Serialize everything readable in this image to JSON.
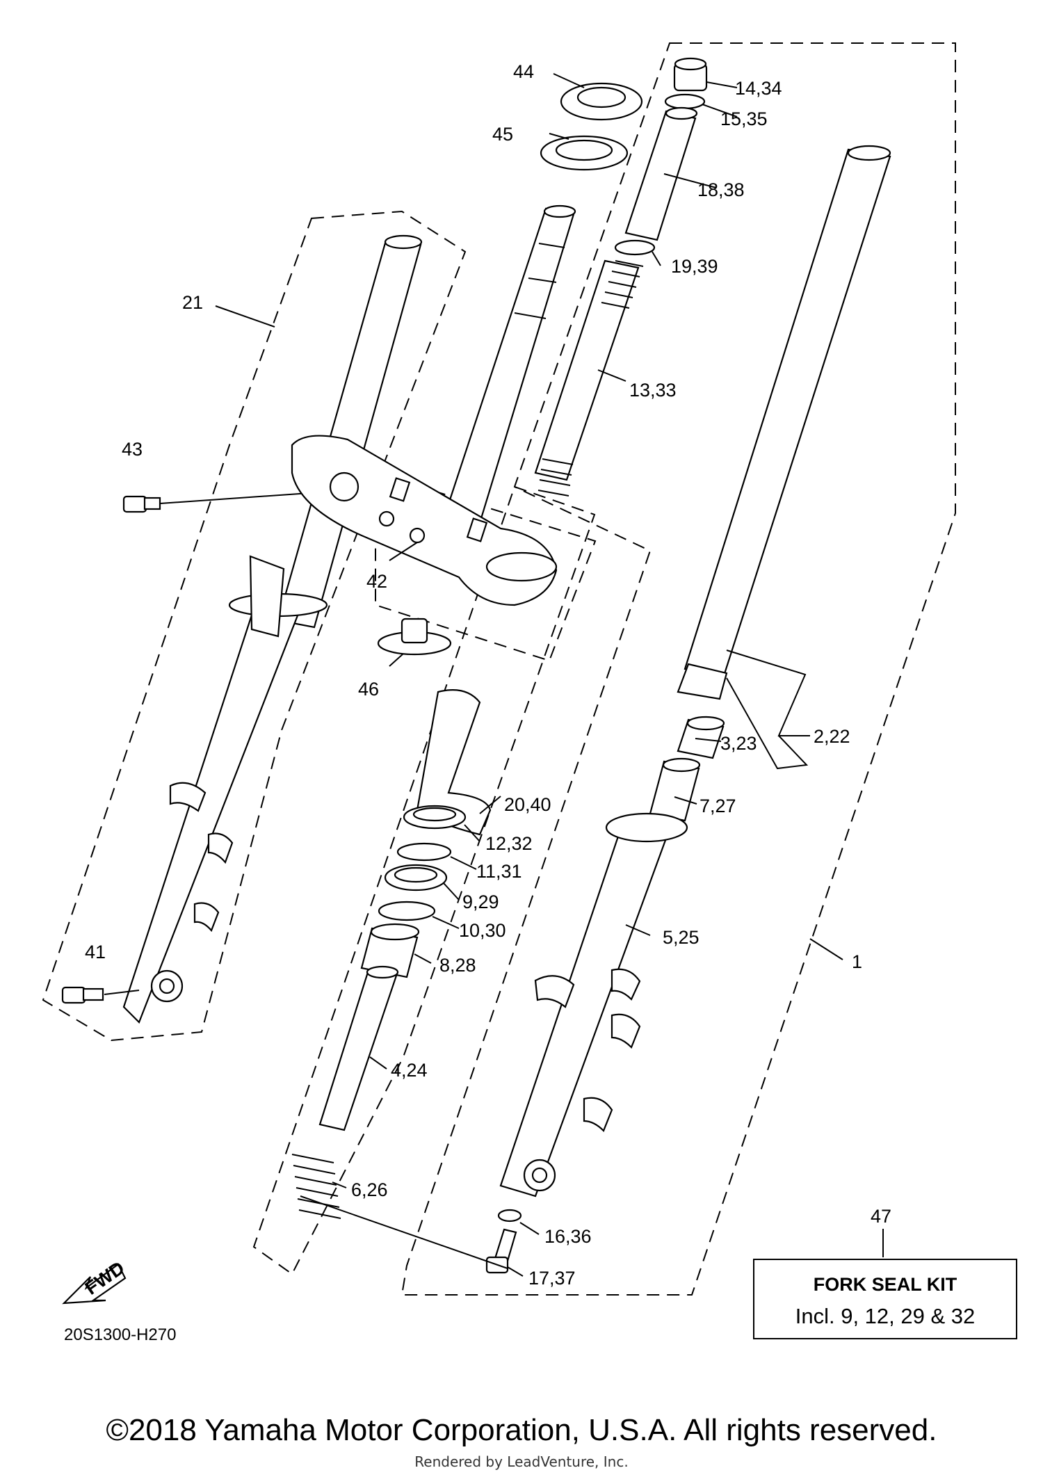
{
  "labels": {
    "p44": "44",
    "p45": "45",
    "p14_34": "14,34",
    "p15_35": "15,35",
    "p18_38": "18,38",
    "p19_39": "19,39",
    "p21": "21",
    "p13_33": "13,33",
    "p43": "43",
    "p42": "42",
    "p46": "46",
    "p2_22": "2,22",
    "p3_23": "3,23",
    "p20_40": "20,40",
    "p7_27": "7,27",
    "p12_32": "12,32",
    "p11_31": "11,31",
    "p9_29": "9,29",
    "p10_30": "10,30",
    "p5_25": "5,25",
    "p8_28": "8,28",
    "p41": "41",
    "p1": "1",
    "p4_24": "4,24",
    "p6_26": "6,26",
    "p47": "47",
    "p16_36": "16,36",
    "p17_37": "17,37"
  },
  "fwd_label": "FWD",
  "kit": {
    "title": "FORK SEAL KIT",
    "subtitle": "Incl. 9, 12, 29 & 32"
  },
  "diagram_code": "20S1300-H270",
  "copyright": "©2018 Yamaha Motor Corporation, U.S.A. All rights reserved.",
  "rendered_by": "Rendered by LeadVenture, Inc."
}
